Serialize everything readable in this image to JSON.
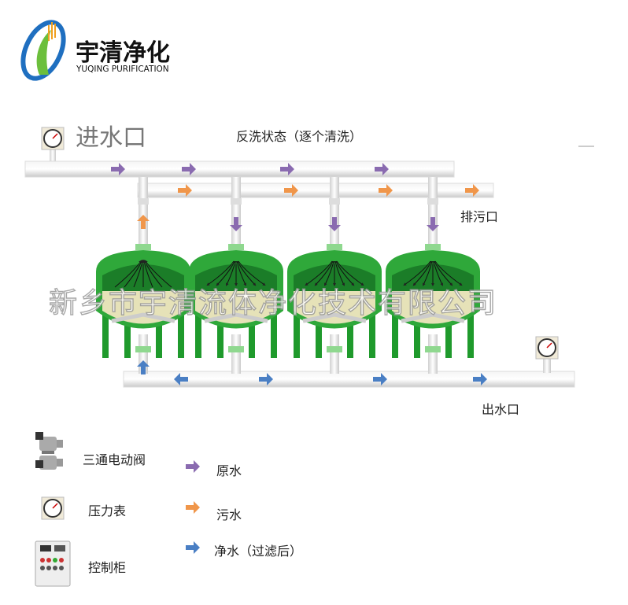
{
  "logo": {
    "name_cn": "宇清净化",
    "name_en": "YUQING PURIFICATION"
  },
  "labels": {
    "inlet": "进水口",
    "state": "反洗状态（逐个清洗）",
    "drain": "排污口",
    "outlet": "出水口"
  },
  "watermark": "新乡市宇清流体净化技术有限公司",
  "legend": {
    "valve": "三通电动阀",
    "gauge": "压力表",
    "cabinet": "控制柜",
    "raw": "原水",
    "waste": "污水",
    "clean": "净水（过滤后）"
  },
  "colors": {
    "raw": "#8a6bb0",
    "waste": "#f0964a",
    "clean": "#4a7fc4",
    "tank": "#2fa83a",
    "media": "#e6e2b8"
  }
}
